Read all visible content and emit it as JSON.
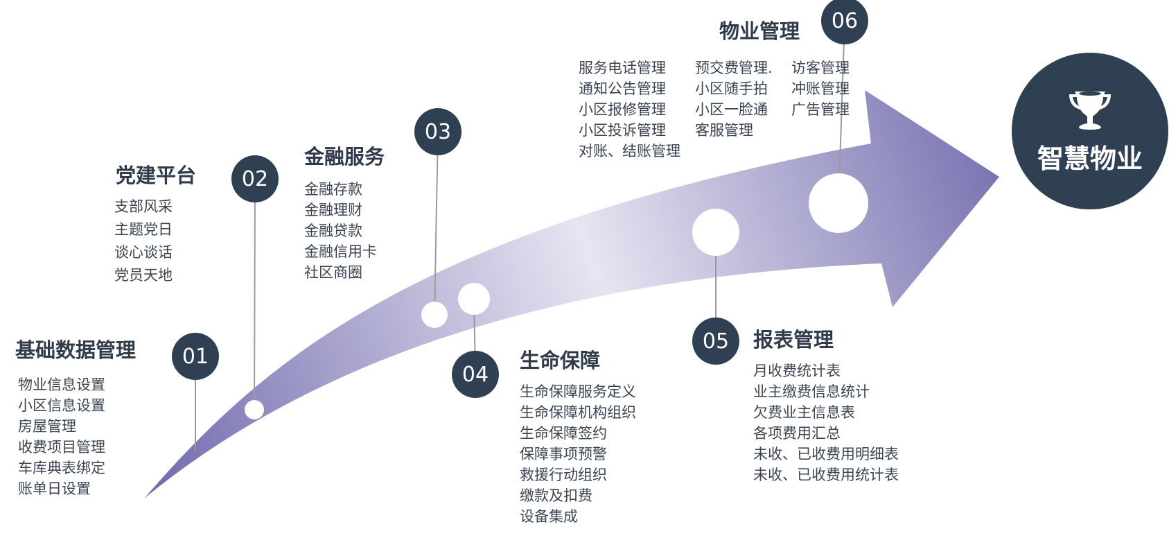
{
  "colors": {
    "node": "#2f4052",
    "arrow_dark": "#6f69ad",
    "arrow_light": "#e6e5f1",
    "text": "#333d4a"
  },
  "goal": {
    "icon": "trophy-icon",
    "label": "智慧物业"
  },
  "steps": [
    {
      "num": "01",
      "title": "基础数据管理",
      "items": [
        "物业信息设置",
        "小区信息设置",
        "房屋管理",
        "收费项目管理",
        "车库典表绑定",
        "账单日设置"
      ]
    },
    {
      "num": "02",
      "title": "党建平台",
      "items": [
        "支部风采",
        "主题党日",
        "谈心谈话",
        "党员天地"
      ]
    },
    {
      "num": "03",
      "title": "金融服务",
      "items": [
        "金融存款",
        "金融理财",
        "金融贷款",
        "金融信用卡",
        "社区商圈"
      ]
    },
    {
      "num": "04",
      "title": "生命保障",
      "items": [
        "生命保障服务定义",
        "生命保障机构组织",
        "生命保障签约",
        "保障事项预警",
        "救援行动组织",
        "缴款及扣费",
        "设备集成"
      ]
    },
    {
      "num": "05",
      "title": "报表管理",
      "items": [
        "月收费统计表",
        "业主缴费信息统计",
        "欠费业主信息表",
        "各项费用汇总",
        "未收、已收费用明细表",
        "未收、已收费用统计表"
      ]
    },
    {
      "num": "06",
      "title": "物业管理",
      "columns": [
        [
          "服务电话管理",
          "通知公告管理",
          "小区报修管理",
          "小区投诉管理",
          "对账、结账管理"
        ],
        [
          "预交费管理.",
          "小区随手拍",
          "小区一脸通",
          "客服管理"
        ],
        [
          "访客管理",
          "冲账管理",
          "广告管理"
        ]
      ]
    }
  ]
}
